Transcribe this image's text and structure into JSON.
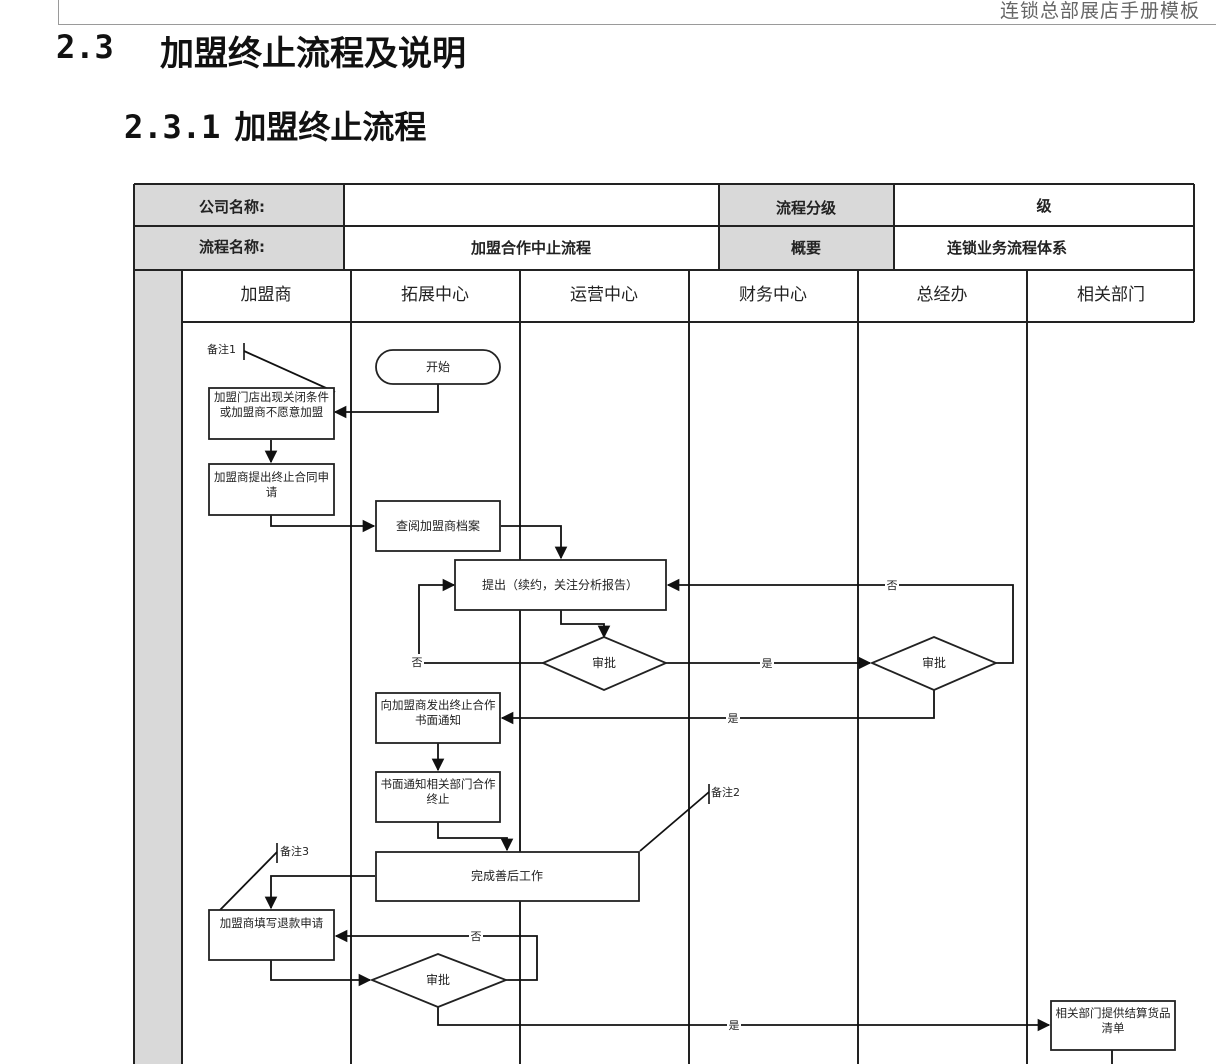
{
  "header": {
    "running_title": "连锁总部展店手册模板"
  },
  "section": {
    "number": "2.3",
    "title": "加盟终止流程及说明"
  },
  "subsection": {
    "number": "2.3.1",
    "title": "加盟终止流程"
  },
  "form": {
    "company_label": "公司名称:",
    "company_value": "",
    "level_label": "流程分级",
    "level_value": "级",
    "process_label": "流程名称:",
    "process_value": "加盟合作中止流程",
    "summary_label": "概要",
    "summary_value": "连锁业务流程体系"
  },
  "lanes": [
    "加盟商",
    "拓展中心",
    "运营中心",
    "财务中心",
    "总经办",
    "相关部门"
  ],
  "nodes": {
    "note1": "备注1",
    "start": "开始",
    "close_reason": "加盟门店出现关闭条件或加盟商不愿意加盟",
    "apply": "加盟商提出终止合同申请",
    "review_file": "查阅加盟商档案",
    "propose": "提出（续约，关注分析报告）",
    "review1": "审批",
    "review2": "审批",
    "notify": "向加盟商发出终止合作书面通知",
    "notify_dept": "书面通知相关部门合作终止",
    "note2": "备注2",
    "note3": "备注3",
    "finish": "完成善后工作",
    "refund_form": "加盟商填写退款申请",
    "review3": "审批",
    "dept_list": "相关部门提供结算货品清单"
  },
  "edge_labels": {
    "no": "否",
    "yes": "是"
  }
}
